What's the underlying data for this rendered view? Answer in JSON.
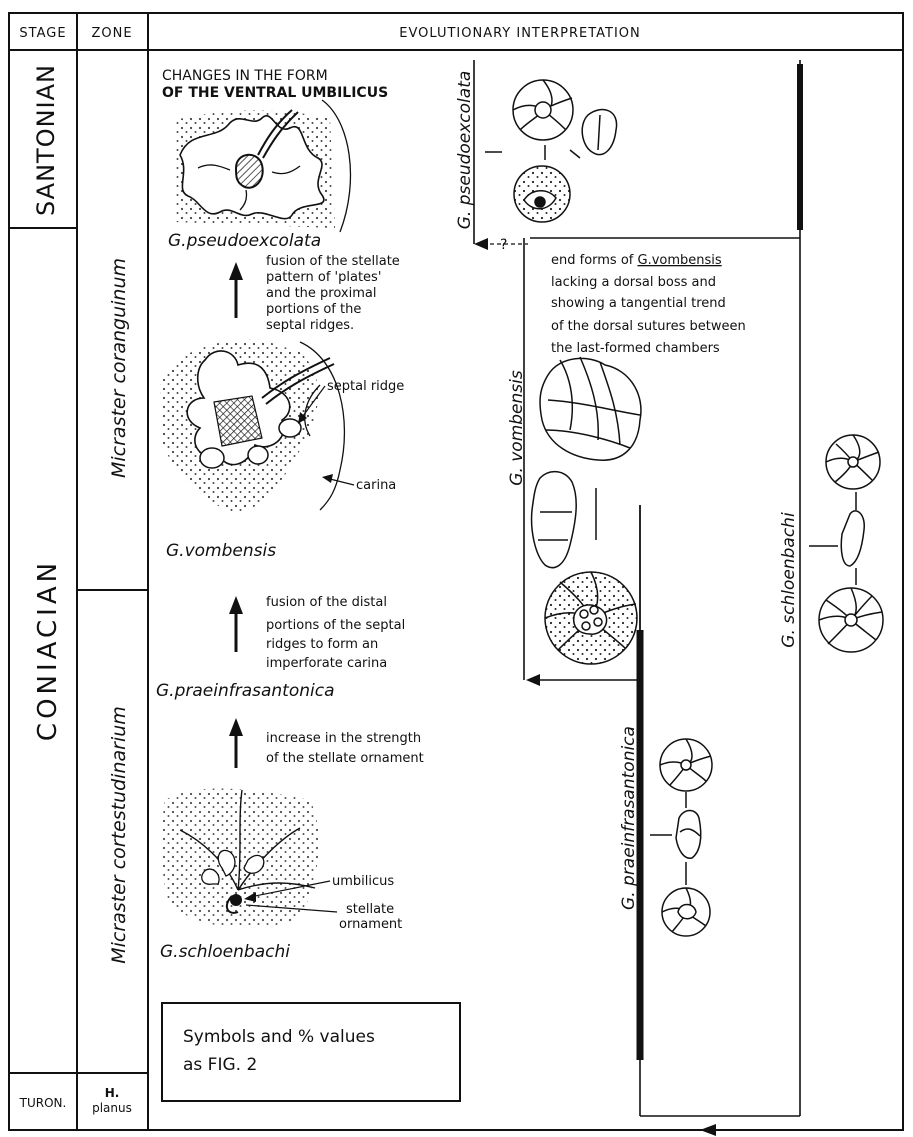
{
  "header": {
    "stage": "STAGE",
    "zone": "ZONE",
    "evolution": "EVOLUTIONARY  INTERPRETATION"
  },
  "stages": {
    "santonian": "SANTONIAN",
    "coniacian": "CONIACIAN",
    "turonian": "TURON."
  },
  "zones": {
    "upper": "Micraster coranguinum",
    "lower": "Micraster cortestudinarium",
    "basal_1": "H.",
    "basal_2": "planus"
  },
  "umbilicus": {
    "title_1": "CHANGES IN THE FORM",
    "title_2": "OF THE VENTRAL UMBILICUS",
    "species_1": "G.pseudoexcolata",
    "species_2": "G.vombensis",
    "species_3": "G.praeinfrasantonica",
    "species_4": "G.schloenbachi",
    "step_1": [
      "fusion of the stellate",
      "pattern of 'plates'",
      "and the proximal",
      "portions of the",
      "septal ridges."
    ],
    "step_2": [
      "fusion of the distal",
      "portions of the septal",
      "ridges to form an",
      "imperforate carina"
    ],
    "step_3": [
      "increase in the strength",
      "of the stellate ornament"
    ],
    "labels": {
      "septal_ridge": "septal ridge",
      "carina": "carina",
      "umbilicus": "umbilicus",
      "stellate_1": "stellate",
      "stellate_2": "ornament"
    },
    "symbols_1": "Symbols  and  % values",
    "symbols_2": "as  FIG. 2"
  },
  "lineages": {
    "pseudoexcolata": "G. pseudoexcolata",
    "vombensis": "G. vombensis",
    "praeinfrasantonica": "G. praeinfrasantonica",
    "schloenbachi": "G. schloenbachi",
    "query": "?",
    "end_forms": [
      "end forms of",
      "lacking a dorsal boss and",
      "showing a tangential trend",
      "of the dorsal sutures between",
      "the last-formed chambers"
    ],
    "end_forms_species": "G.vombensis"
  }
}
